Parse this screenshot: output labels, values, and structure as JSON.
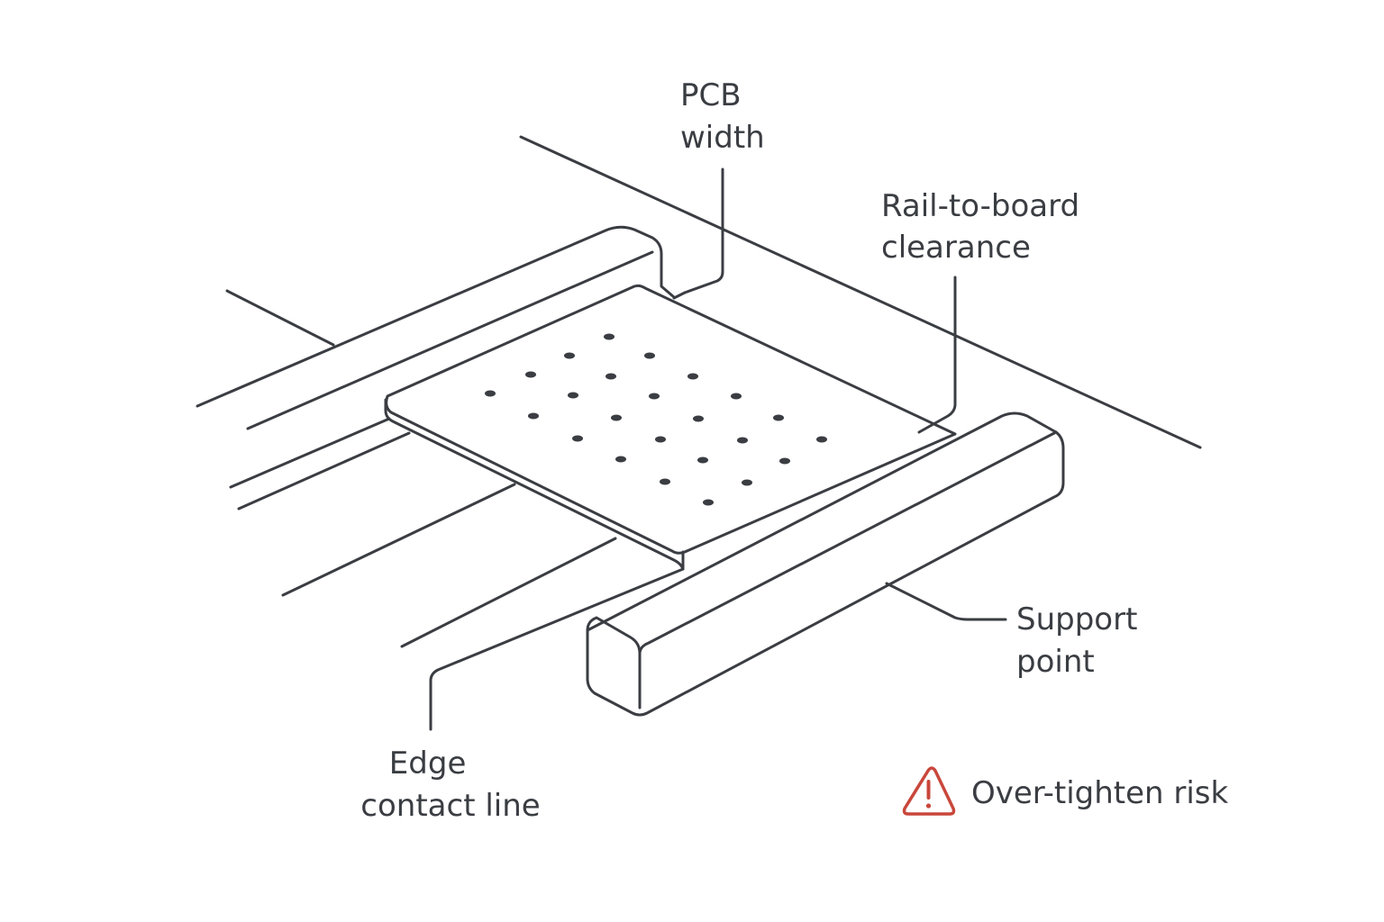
{
  "labels": {
    "pcb_width": [
      "PCB",
      "width"
    ],
    "rail_clearance": [
      "Rail-to-board",
      "clearance"
    ],
    "support_point": [
      "Support",
      "point"
    ],
    "edge_contact": [
      "Edge",
      "contact line"
    ],
    "warning": "Over-tighten risk"
  },
  "icons": {
    "warning": "warning-triangle-icon"
  },
  "colors": {
    "line": "#3a3d42",
    "warning": "#c9473b"
  }
}
